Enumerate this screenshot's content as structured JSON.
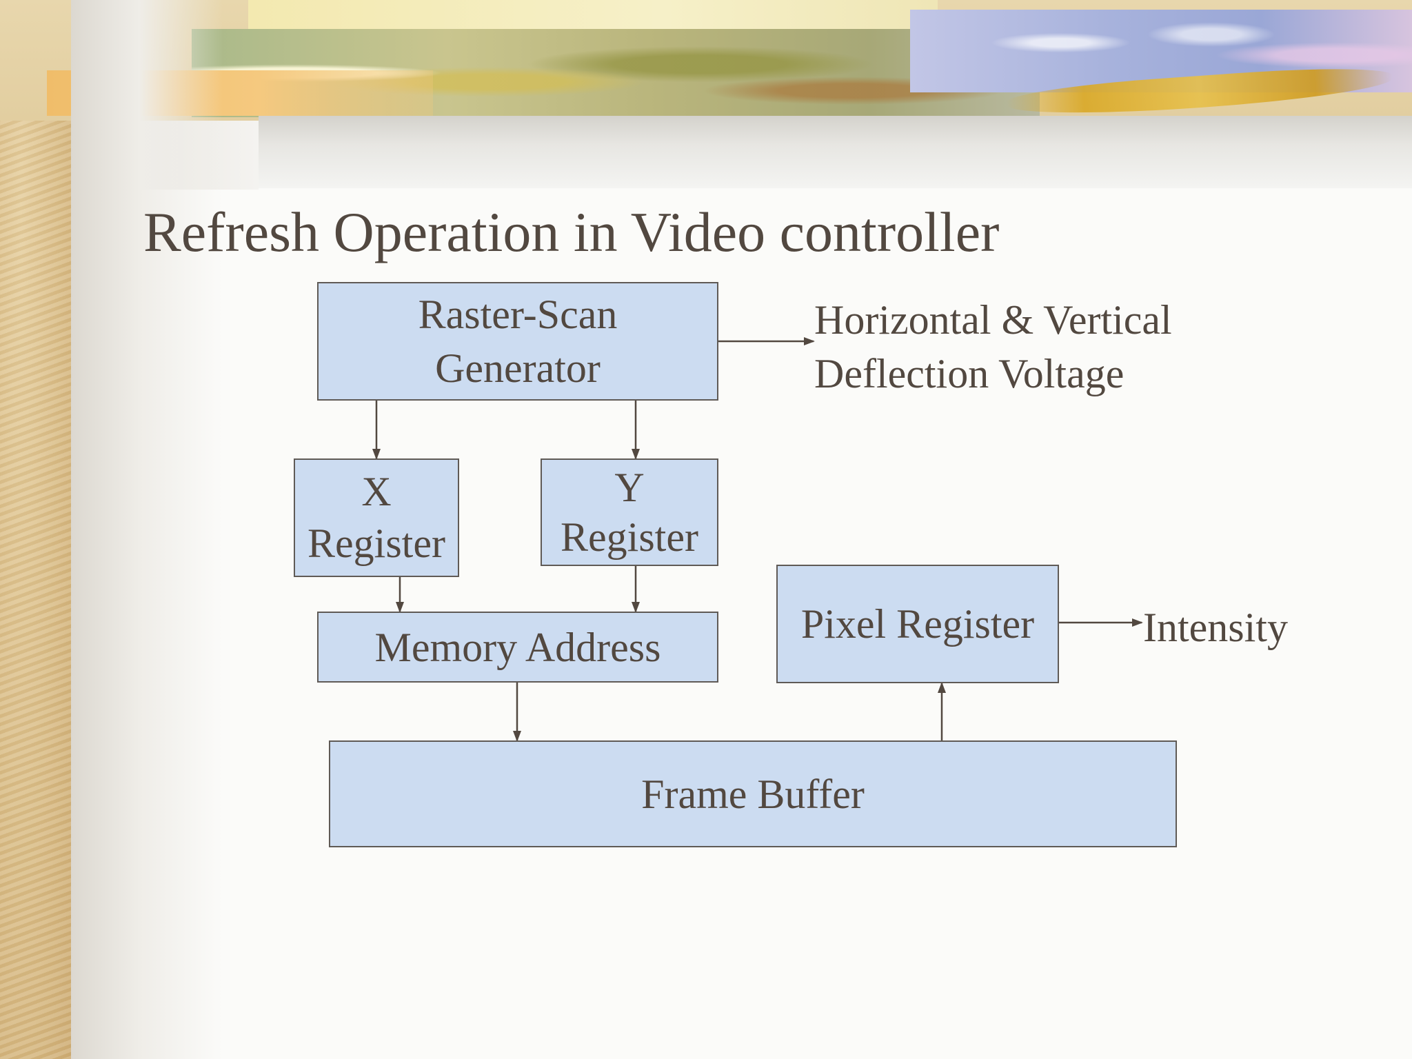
{
  "slide": {
    "title": "Refresh Operation in Video controller"
  },
  "diagram": {
    "nodes": {
      "raster_scan": {
        "line1": "Raster-Scan",
        "line2": "Generator"
      },
      "x_register": {
        "line1": "X",
        "line2": "Register"
      },
      "y_register": {
        "line1": "Y",
        "line2": "Register"
      },
      "memory_address": {
        "label": "Memory Address"
      },
      "pixel_register": {
        "label": "Pixel Register"
      },
      "frame_buffer": {
        "label": "Frame Buffer"
      }
    },
    "outputs": {
      "deflection": {
        "line1": "Horizontal & Vertical",
        "line2": "Deflection Voltage"
      },
      "intensity": {
        "label": "Intensity"
      }
    },
    "edges": [
      {
        "from": "raster_scan",
        "to": "deflection"
      },
      {
        "from": "raster_scan",
        "to": "x_register"
      },
      {
        "from": "raster_scan",
        "to": "y_register"
      },
      {
        "from": "x_register",
        "to": "memory_address"
      },
      {
        "from": "y_register",
        "to": "memory_address"
      },
      {
        "from": "memory_address",
        "to": "frame_buffer"
      },
      {
        "from": "frame_buffer",
        "to": "pixel_register"
      },
      {
        "from": "pixel_register",
        "to": "intensity"
      }
    ],
    "colors": {
      "box_fill": "#ccdcf1",
      "box_border": "#5f5a56",
      "text": "#524840",
      "arrow": "#524840"
    }
  }
}
